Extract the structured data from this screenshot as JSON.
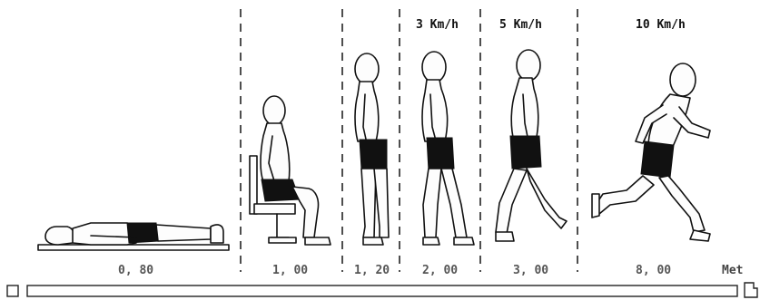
{
  "speeds": [
    "3 Km/h",
    "5 Km/h",
    "10 Km/h"
  ],
  "met_values": [
    "0, 80",
    "1, 00",
    "1, 20",
    "2, 00",
    "3, 00",
    "8, 00"
  ],
  "unit": "Met"
}
